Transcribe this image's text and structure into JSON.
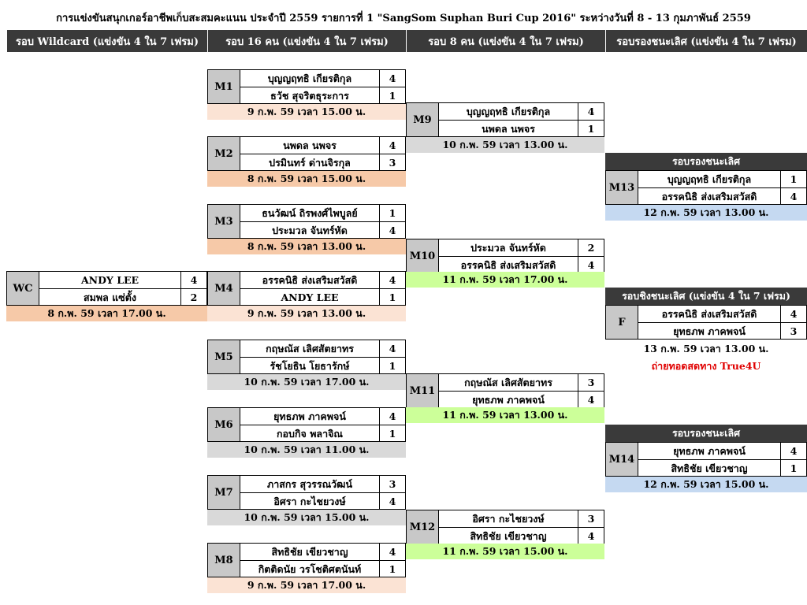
{
  "title": "การแข่งขันสนุกเกอร์อาชีพเก็บสะสมคะแนน ประจำปี 2559 รายการที่ 1 \"SangSom Suphan Buri Cup 2016\" ระหว่างวันที่ 8 - 13 กุมภาพันธ์ 2559",
  "rounds": [
    "รอบ Wildcard  (แข่งขัน 4 ใน 7 เฟรม)",
    "รอบ 16 คน  (แข่งขัน 4 ใน 7 เฟรม)",
    "รอบ 8 คน  (แข่งขัน 4 ใน 7 เฟรม)",
    "รอบรองชนะเลิศ (แข่งขัน 4 ใน 7 เฟรม)"
  ],
  "matches": {
    "WC": {
      "id": "WC",
      "p1": "ANDY  LEE",
      "s1": "4",
      "p2": "สมพล  แซ่ตั้ง",
      "s2": "2",
      "date": "8 ก.พ. 59 เวลา 17.00 น."
    },
    "M1": {
      "id": "M1",
      "p1": "บุญญฤทธิ  เกียรติกุล",
      "s1": "4",
      "p2": "ธวัช  สุจริตธุระการ",
      "s2": "1",
      "date": "9 ก.พ. 59 เวลา 15.00 น."
    },
    "M2": {
      "id": "M2",
      "p1": "นพดล  นพจร",
      "s1": "4",
      "p2": "ปรมินทร์  ด่านจิรกุล",
      "s2": "3",
      "date": "8 ก.พ. 59 เวลา 15.00 น."
    },
    "M3": {
      "id": "M3",
      "p1": "ธนวัฒน์  ถิรพงศ์ไพบูลย์",
      "s1": "1",
      "p2": "ประมวล  จันทร์หัด",
      "s2": "4",
      "date": "8 ก.พ. 59 เวลา 13.00 น."
    },
    "M4": {
      "id": "M4",
      "p1": "อรรคนิธิ  ส่งเสริมสวัสดิ",
      "s1": "4",
      "p2": "ANDY  LEE",
      "s2": "1",
      "date": "9 ก.พ. 59 เวลา 13.00 น."
    },
    "M5": {
      "id": "M5",
      "p1": "กฤษณัส  เลิศสัตยาทร",
      "s1": "4",
      "p2": "รัชโยธิน  โยธารักษ์",
      "s2": "1",
      "date": "10 ก.พ. 59 เวลา    17.00  น."
    },
    "M6": {
      "id": "M6",
      "p1": "ยุทธภพ  ภาคพจน์",
      "s1": "4",
      "p2": "กอบกิจ  พลาจิณ",
      "s2": "1",
      "date": "10 ก.พ. 59 เวลา    11.00  น."
    },
    "M7": {
      "id": "M7",
      "p1": "ภาสกร  สุวรรณวัฒน์",
      "s1": "3",
      "p2": "อิศรา  กะไชยวงษ์",
      "s2": "4",
      "date": "10 ก.พ. 59 เวลา    15.00  น."
    },
    "M8": {
      "id": "M8",
      "p1": "สิทธิชัย  เขียวชาญ",
      "s1": "4",
      "p2": "กิตติดนัย  วรโชติศตนันท์",
      "s2": "1",
      "date": "9 ก.พ. 59 เวลา 17.00 น."
    },
    "M9": {
      "id": "M9",
      "p1": "บุญญฤทธิ  เกียรติกุล",
      "s1": "4",
      "p2": "นพดล  นพจร",
      "s2": "1",
      "date": "10 ก.พ. 59 เวลา 13.00 น."
    },
    "M10": {
      "id": "M10",
      "p1": "ประมวล  จันทร์หัด",
      "s1": "2",
      "p2": "อรรคนิธิ  ส่งเสริมสวัสดิ",
      "s2": "4",
      "date": "11 ก.พ. 59 เวลา 17.00 น."
    },
    "M11": {
      "id": "M11",
      "p1": "กฤษณัส  เลิศสัตยาทร",
      "s1": "3",
      "p2": "ยุทธภพ  ภาคพจน์",
      "s2": "4",
      "date": "11 ก.พ. 59 เวลา 13.00 น."
    },
    "M12": {
      "id": "M12",
      "p1": "อิศรา  กะไชยวงษ์",
      "s1": "3",
      "p2": "สิทธิชัย  เขียวชาญ",
      "s2": "4",
      "date": "11 ก.พ. 59 เวลา 15.00 น."
    },
    "M13": {
      "id": "M13",
      "header": "รอบรองชนะเลิศ",
      "p1": "บุญญฤทธิ  เกียรติกุล",
      "s1": "1",
      "p2": "อรรคนิธิ  ส่งเสริมสวัสดิ",
      "s2": "4",
      "date": "12 ก.พ. 59 เวลา 13.00 น."
    },
    "M14": {
      "id": "M14",
      "header": "รอบรองชนะเลิศ",
      "p1": "ยุทธภพ  ภาคพจน์",
      "s1": "4",
      "p2": "สิทธิชัย  เขียวชาญ",
      "s2": "1",
      "date": "12 ก.พ. 59 เวลา 15.00 น."
    },
    "F": {
      "id": "F",
      "header": "รอบชิงชนะเลิศ (แข่งขัน 4 ใน 7 เฟรม)",
      "p1": "อรรคนิธิ  ส่งเสริมสวัสดิ",
      "s1": "4",
      "p2": "ยุทธภพ  ภาคพจน์",
      "s2": "3",
      "date": "13 ก.พ. 59 เวลา 13.00 น.",
      "broadcast": "ถ่ายทอดสดทาง  True4U"
    }
  },
  "colors": {
    "header_bg": "#3a3a3a",
    "peach": "#f6c9a8",
    "light_peach": "#fbe3d4",
    "grey": "#d9d9d9",
    "green": "#ccff99",
    "blue": "#c5d9f1",
    "broadcast": "#e00000"
  }
}
